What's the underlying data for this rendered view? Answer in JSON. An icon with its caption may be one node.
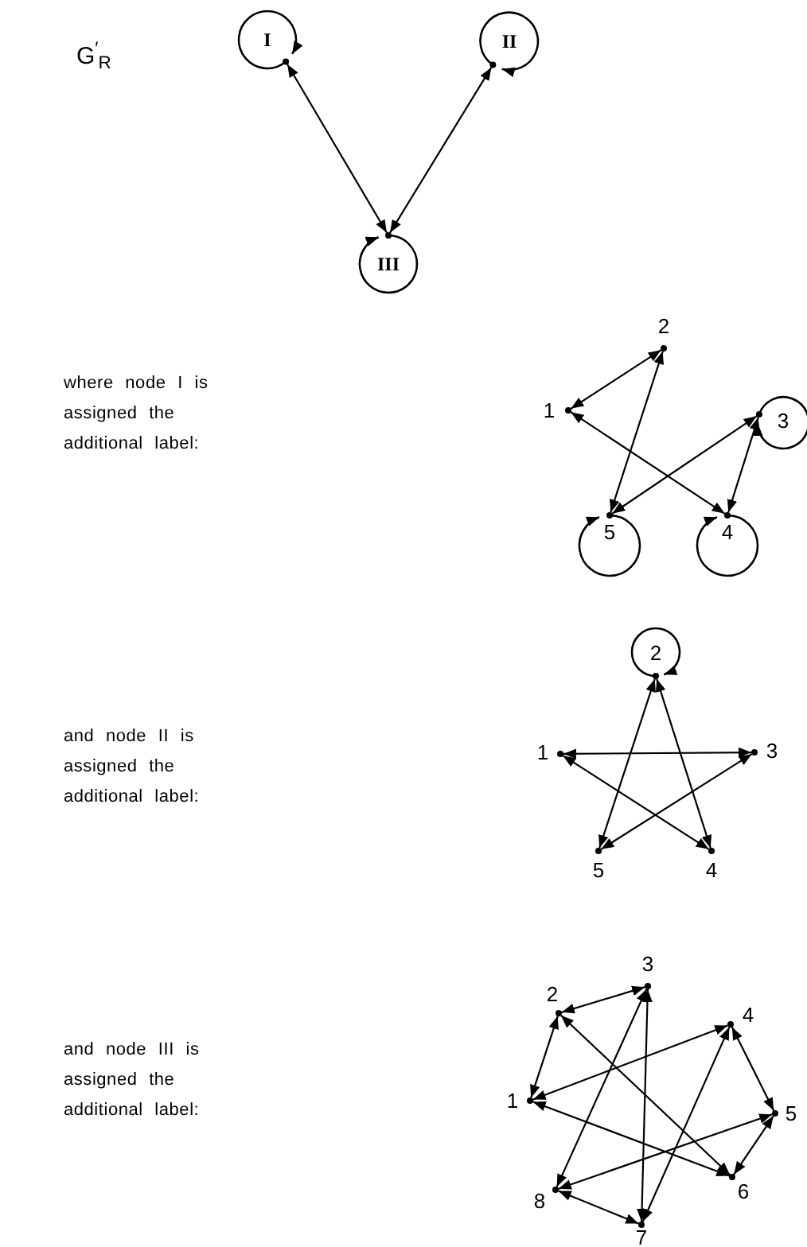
{
  "diagram": {
    "nodes": [
      {
        "text": [
          "I"
        ]
      },
      {
        "text": [
          "II"
        ]
      },
      {
        "text": [
          "III"
        ]
      },
      {
        "text": [
          "1"
        ]
      },
      {
        "text": [
          "2"
        ]
      },
      {
        "text": [
          "3"
        ]
      },
      {
        "text": [
          "4"
        ]
      },
      {
        "text": [
          "5"
        ]
      },
      {
        "text": [
          "1"
        ]
      },
      {
        "text": [
          "2"
        ]
      },
      {
        "text": [
          "3"
        ]
      },
      {
        "text": [
          "4"
        ]
      },
      {
        "text": [
          "5"
        ]
      },
      {
        "text": [
          "1"
        ]
      },
      {
        "text": [
          "2"
        ]
      },
      {
        "text": [
          "3"
        ]
      },
      {
        "text": [
          "4"
        ]
      },
      {
        "text": [
          "5"
        ]
      },
      {
        "text": [
          "6"
        ]
      },
      {
        "text": [
          "7"
        ]
      },
      {
        "text": [
          "8"
        ]
      }
    ],
    "edges": [
      {
        "from": 0,
        "to": 2,
        "arrow": "both"
      },
      {
        "from": 1,
        "to": 2,
        "arrow": "both"
      },
      {
        "from": 0,
        "to": 0,
        "arrow": "to"
      },
      {
        "from": 1,
        "to": 1,
        "arrow": "to"
      },
      {
        "from": 2,
        "to": 2,
        "arrow": "to"
      },
      {
        "from": 3,
        "to": 4,
        "arrow": "both"
      },
      {
        "from": 4,
        "to": 7,
        "arrow": "both"
      },
      {
        "from": 3,
        "to": 6,
        "arrow": "both"
      },
      {
        "from": 5,
        "to": 7,
        "arrow": "both"
      },
      {
        "from": 5,
        "to": 6,
        "arrow": "both"
      },
      {
        "from": 5,
        "to": 5,
        "arrow": "to"
      },
      {
        "from": 6,
        "to": 6,
        "arrow": "to"
      },
      {
        "from": 7,
        "to": 7,
        "arrow": "to"
      },
      {
        "from": 8,
        "to": 10,
        "arrow": "both"
      },
      {
        "from": 9,
        "to": 12,
        "arrow": "both"
      },
      {
        "from": 9,
        "to": 11,
        "arrow": "both"
      },
      {
        "from": 8,
        "to": 11,
        "arrow": "both"
      },
      {
        "from": 10,
        "to": 12,
        "arrow": "both"
      },
      {
        "from": 9,
        "to": 9,
        "arrow": "to"
      },
      {
        "from": 14,
        "to": 15,
        "arrow": "both"
      },
      {
        "from": 13,
        "to": 14,
        "arrow": "both"
      },
      {
        "from": 15,
        "to": 20,
        "arrow": "both"
      },
      {
        "from": 15,
        "to": 19,
        "arrow": "both"
      },
      {
        "from": 14,
        "to": 18,
        "arrow": "both"
      },
      {
        "from": 13,
        "to": 16,
        "arrow": "both"
      },
      {
        "from": 16,
        "to": 17,
        "arrow": "both"
      },
      {
        "from": 16,
        "to": 19,
        "arrow": "both"
      },
      {
        "from": 13,
        "to": 18,
        "arrow": "both"
      },
      {
        "from": 17,
        "to": 20,
        "arrow": "both"
      },
      {
        "from": 17,
        "to": 18,
        "arrow": "both"
      },
      {
        "from": 20,
        "to": 19,
        "arrow": "both"
      }
    ],
    "labels": [
      "G$^{′}$$_{R}$",
      "where node I is assigned the additional label:",
      "and node II is assigned the additional label:",
      "and node III is assigned the additional label:"
    ]
  }
}
